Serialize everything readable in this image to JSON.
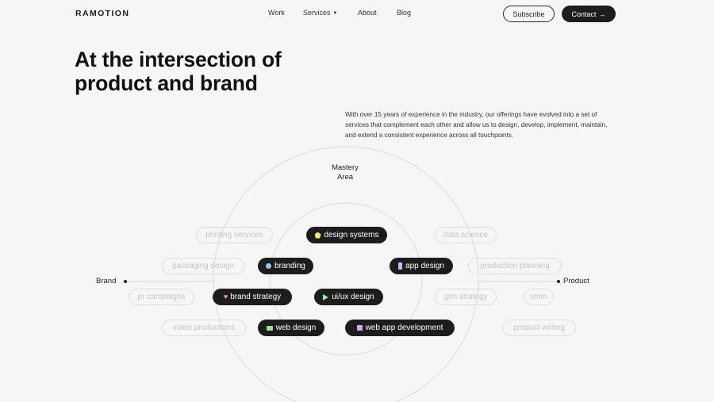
{
  "brand": {
    "logo": "RAMOTION"
  },
  "nav": {
    "work": "Work",
    "services": "Services",
    "about": "About",
    "blog": "Blog"
  },
  "header_buttons": {
    "subscribe": "Subscribe",
    "contact": "Contact"
  },
  "hero": {
    "title_line1": "At the intersection of",
    "title_line2": "product and brand",
    "description": "With over 15 years of experience in the industry, our offerings have evolved into a set of services that complement each other and allow us to design, develop, implement, maintain, and extend a consistent experience across all touchpoints."
  },
  "diagram": {
    "mastery_line1": "Mastery",
    "mastery_line2": "Area",
    "left_axis": "Brand",
    "right_axis": "Product",
    "core_services": {
      "design_systems": "design systems",
      "branding": "branding",
      "app_design": "app design",
      "brand_strategy": "brand strategy",
      "uiux_design": "ui/ux design",
      "web_design": "web design",
      "web_app_development": "web app development"
    },
    "outer_services": {
      "printing_services": "printing services",
      "data_science": "data science",
      "packaging_design": "packaging design",
      "production_planning": "production planning",
      "pr_campaigns": "pr campaigns",
      "gtm_strategy": "gtm strategy",
      "smm": "smm",
      "video_productions": "video productions",
      "product_writing": "product writing"
    }
  },
  "colors": {
    "background": "#f6f6f6",
    "dark_pill": "#1d1d1d",
    "faded_text": "#c4c4c4",
    "icon_design_systems": "#f4e87a",
    "icon_branding": "#8fc9f5",
    "icon_app_design": "#b9c0f7",
    "icon_brand_strategy": "#f2a0b5",
    "icon_uiux_design": "#8df0b4",
    "icon_web_design": "#8fe0a0",
    "icon_web_app_development": "#d6a6f2"
  },
  "icons": {
    "design_systems": "pentagon-icon",
    "branding": "circle-icon",
    "app_design": "phone-icon",
    "brand_strategy": "heart-icon",
    "uiux_design": "play-icon",
    "web_design": "browser-icon",
    "web_app_development": "square-icon",
    "contact_arrow": "arrow-right-icon",
    "services_caret": "caret-down-icon"
  }
}
